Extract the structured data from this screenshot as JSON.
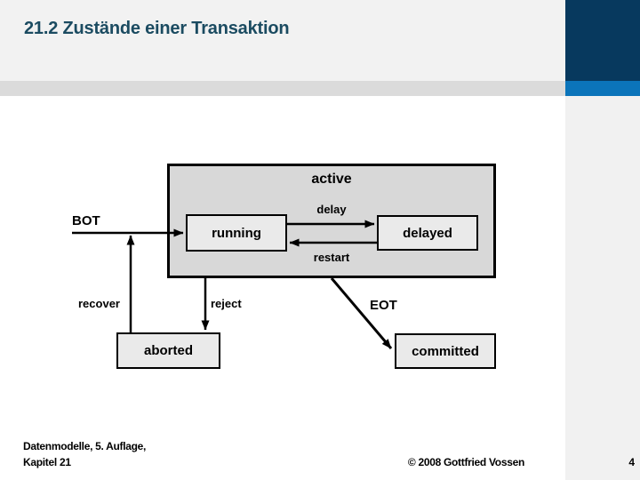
{
  "header": {
    "title": "21.2 Zustände einer Transaktion"
  },
  "diagram": {
    "kind": "transaction-state-diagram",
    "states": {
      "active": "active",
      "running": "running",
      "delayed": "delayed",
      "aborted": "aborted",
      "committed": "committed"
    },
    "transitions": {
      "bot": "BOT",
      "delay": "delay",
      "restart": "restart",
      "recover": "recover",
      "reject": "reject",
      "eot": "EOT"
    },
    "edges": [
      {
        "from": "start",
        "to": "running",
        "label": "BOT"
      },
      {
        "from": "running",
        "to": "delayed",
        "label": "delay"
      },
      {
        "from": "delayed",
        "to": "running",
        "label": "restart"
      },
      {
        "from": "active",
        "to": "aborted",
        "label": "reject"
      },
      {
        "from": "aborted",
        "to": "running",
        "label": "recover"
      },
      {
        "from": "active",
        "to": "committed",
        "label": "EOT"
      }
    ]
  },
  "footer": {
    "source_line1": "Datenmodelle, 5. Auflage,",
    "source_line2": "Kapitel 21",
    "copyright": "© 2008 Gottfried Vossen",
    "page_number": "4"
  },
  "colors": {
    "title_text": "#1B4B61",
    "header_bg": "#F2F2F2",
    "accent_navy": "#07395E",
    "accent_blue": "#0B74BA",
    "divider_gray": "#DBDBDB",
    "side_column_gray": "#F1F1F1",
    "active_fill": "#D8D8D8",
    "state_fill": "#EAEAEA",
    "line_color": "#000000"
  }
}
